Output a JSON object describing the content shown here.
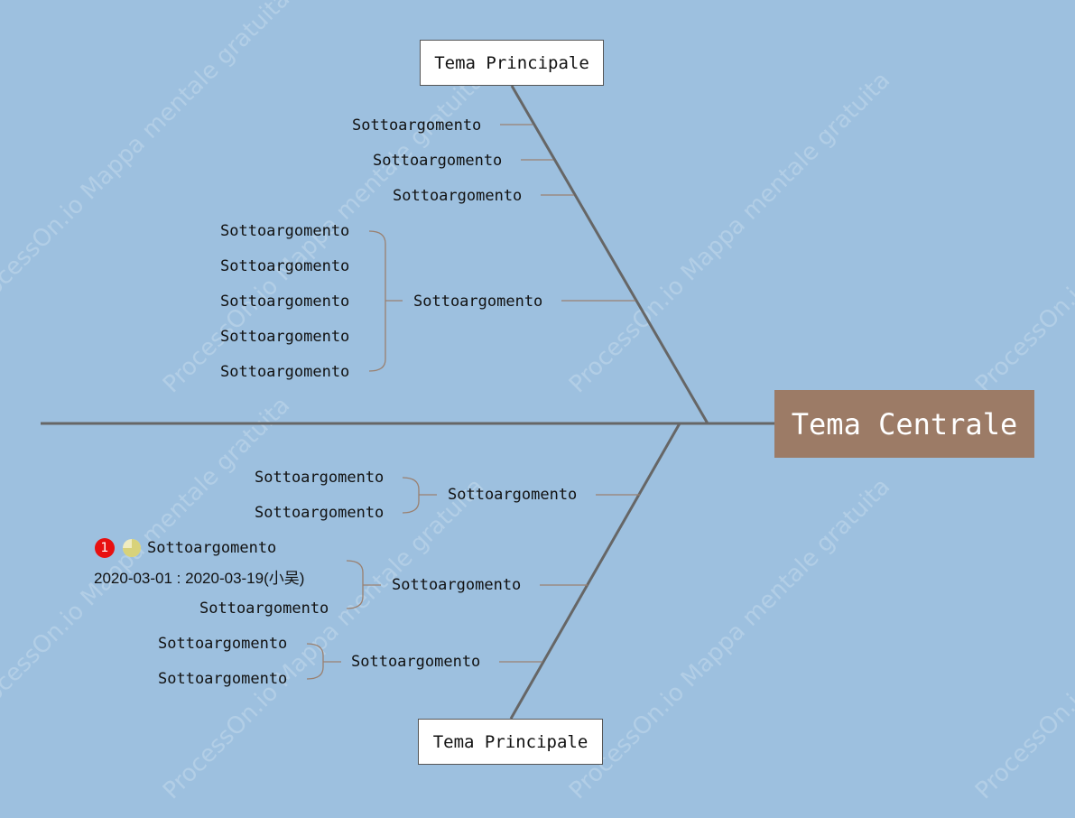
{
  "central_topic": "Tema Centrale",
  "main_topics": {
    "top": "Tema Principale",
    "bottom": "Tema Principale"
  },
  "top_subtopics": [
    "Sottoargomento",
    "Sottoargomento",
    "Sottoargomento"
  ],
  "top_group": {
    "label": "Sottoargomento",
    "children": [
      "Sottoargomento",
      "Sottoargomento",
      "Sottoargomento",
      "Sottoargomento",
      "Sottoargomento"
    ]
  },
  "bottom_groups": [
    {
      "label": "Sottoargomento",
      "children": [
        "Sottoargomento",
        "Sottoargomento"
      ]
    },
    {
      "label": "Sottoargomento",
      "task": {
        "priority": "1",
        "label": "Sottoargomento",
        "dates": "2020-03-01 : 2020-03-19(小吴)"
      },
      "children": [
        "Sottoargomento"
      ]
    },
    {
      "label": "Sottoargomento",
      "children": [
        "Sottoargomento",
        "Sottoargomento"
      ]
    }
  ],
  "watermark": "ProcessOn.io Mappa mentale gratuita",
  "colors": {
    "background": "#9dc0df",
    "bone": "#666666",
    "branch": "#9a8070",
    "central_fill": "#9c7b66",
    "priority_badge": "#e81010",
    "progress_icon": "#d8d27a"
  },
  "icons": {
    "priority": "priority-1-icon",
    "progress": "progress-pie-icon"
  }
}
